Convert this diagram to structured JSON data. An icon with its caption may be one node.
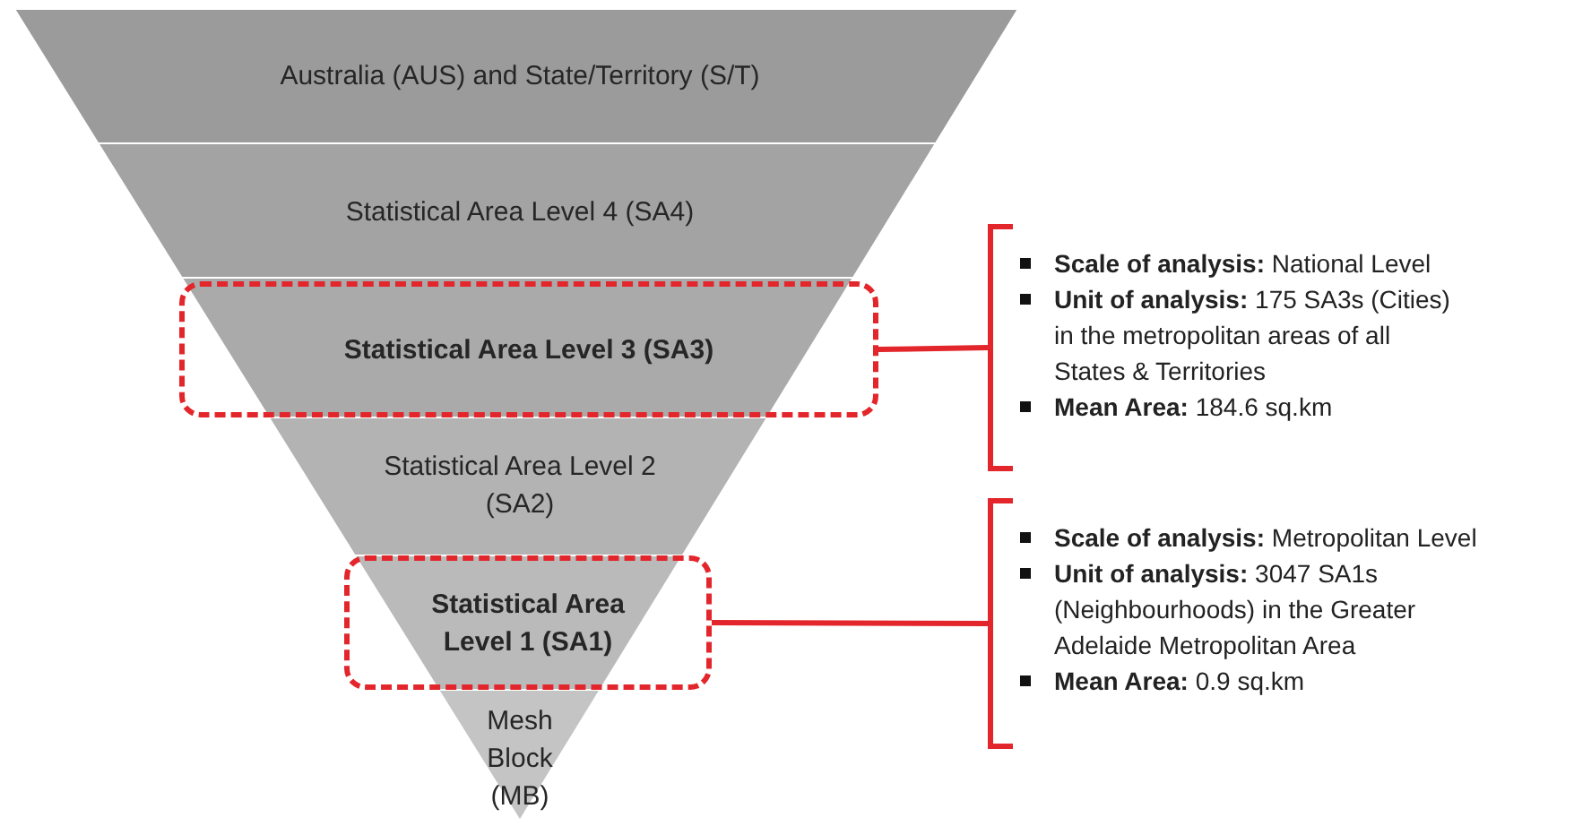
{
  "diagram": {
    "nodes": [
      {
        "text": [
          "Australia (AUS) and State/Territory (S/T)"
        ]
      },
      {
        "text": [
          "Statistical Area Level 4 (SA4)"
        ]
      },
      {
        "text": [
          "Statistical Area Level 3 (SA3)"
        ]
      },
      {
        "text": [
          "Statistical Area Level 2 (SA2)"
        ]
      },
      {
        "text": [
          "Statistical Area Level 1 (SA1)"
        ]
      },
      {
        "text": [
          "Mesh Block (MB)"
        ]
      },
      {
        "text": [
          "**Scale of analysis:** National Level",
          "**Unit of analysis:** 175 SA3s (Cities) in the metropolitan areas of all States & Territories",
          "**Mean Area:** 184.6 sq.km"
        ]
      },
      {
        "text": [
          "**Scale of analysis:** Metropolitan Level",
          "**Unit of analysis:** 3047 SA1s (Neighbourhoods) in the Greater Adelaide Metropolitan Area",
          "**Mean Area:** 0.9 sq.km"
        ]
      }
    ],
    "edges": [
      {
        "from": 2,
        "to": 6,
        "arrow": "none"
      },
      {
        "from": 4,
        "to": 7,
        "arrow": "none"
      }
    ]
  }
}
